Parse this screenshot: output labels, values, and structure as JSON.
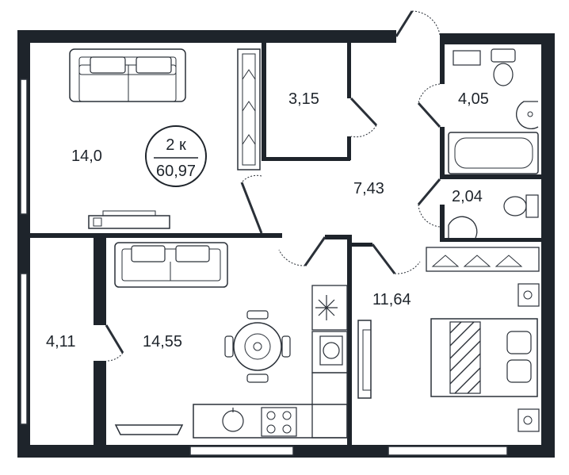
{
  "apartment": {
    "type": "2 к",
    "total_area": "60,97"
  },
  "rooms": {
    "living": "14,0",
    "storage": "3,15",
    "bath": "4,05",
    "hall": "7,43",
    "wc": "2,04",
    "balcony": "4,11",
    "kitchen": "14,55",
    "bedroom": "11,64"
  },
  "colors": {
    "wall": "#1e242b",
    "line": "#2a3038",
    "background": "#ffffff"
  }
}
